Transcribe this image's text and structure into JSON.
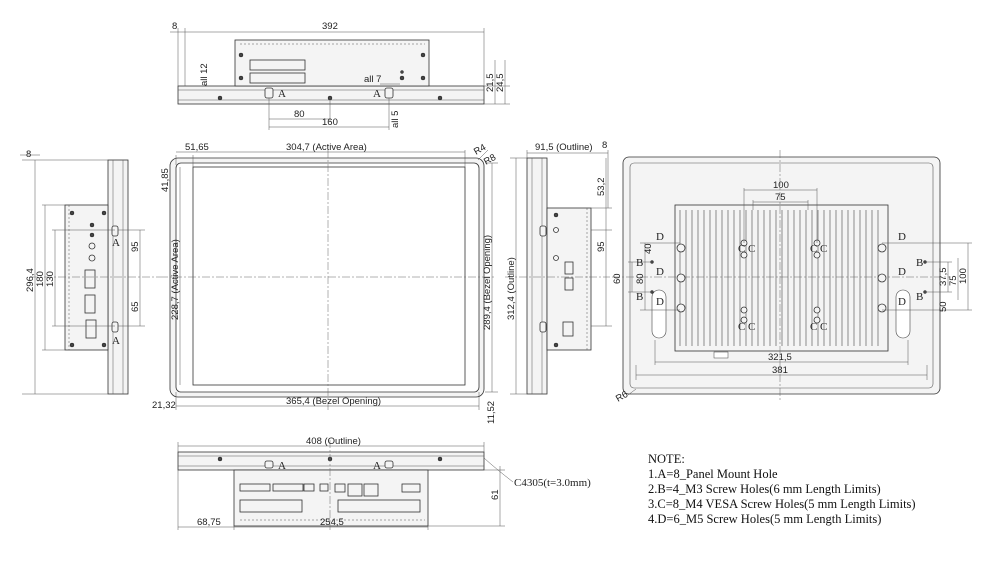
{
  "top_view": {
    "d_8": "8",
    "d_392": "392",
    "d_80": "80",
    "d_160": "160",
    "d_all12": "all 12",
    "d_all7": "all 7",
    "d_all5": "all 5",
    "d_215": "21,5",
    "d_245": "24,5",
    "label_a1": "A",
    "label_a2": "A"
  },
  "left_view": {
    "d_8": "8",
    "d_2964": "296,4",
    "d_180": "180",
    "d_130": "130",
    "d_95": "95",
    "d_65": "65",
    "label_a1": "A",
    "label_a2": "A"
  },
  "front_view": {
    "d_5165": "51,65",
    "d_active_w": "304,7 (Active Area)",
    "d_r4": "R4",
    "d_r8": "R8",
    "d_4185": "41,85",
    "d_active_h": "228,7 (Active Area)",
    "d_bezel_h": "289,4 (Bezel Opening)",
    "d_2132": "21,32",
    "d_bezel_w": "365,4 (Bezel Opening)",
    "d_1152": "11,52"
  },
  "side_view": {
    "d_outline_depth": "91,5 (Outline)",
    "d_8": "8",
    "d_532": "53,2",
    "d_95": "95",
    "d_outline_h": "312,4 (Outline)"
  },
  "rear_view": {
    "d_100": "100",
    "d_75": "75",
    "d_40": "40",
    "d_60": "60",
    "d_80": "80",
    "d_375": "37,5",
    "d_50": "50",
    "d_75v": "75",
    "d_100v": "100",
    "d_3215": "321,5",
    "d_381": "381",
    "d_r6": "R6",
    "letters": [
      "D",
      "D",
      "D",
      "D",
      "D",
      "D",
      "B",
      "B",
      "B",
      "B",
      "C",
      "C",
      "C",
      "C",
      "C",
      "C",
      "C",
      "C"
    ]
  },
  "bottom_view": {
    "d_outline_w": "408 (Outline)",
    "d_6875": "68,75",
    "d_2545": "254,5",
    "d_61": "61",
    "label_a1": "A",
    "label_a2": "A",
    "material": "C4305(t=3.0mm)"
  },
  "notes": {
    "title": "NOTE:",
    "items": [
      "1.A=8_Panel Mount Hole",
      "2.B=4_M3 Screw Holes(6 mm Length Limits)",
      "3.C=8_M4 VESA Screw Holes(5 mm Length Limits)",
      "4.D=6_M5 Screw Holes(5 mm Length Limits)"
    ]
  }
}
